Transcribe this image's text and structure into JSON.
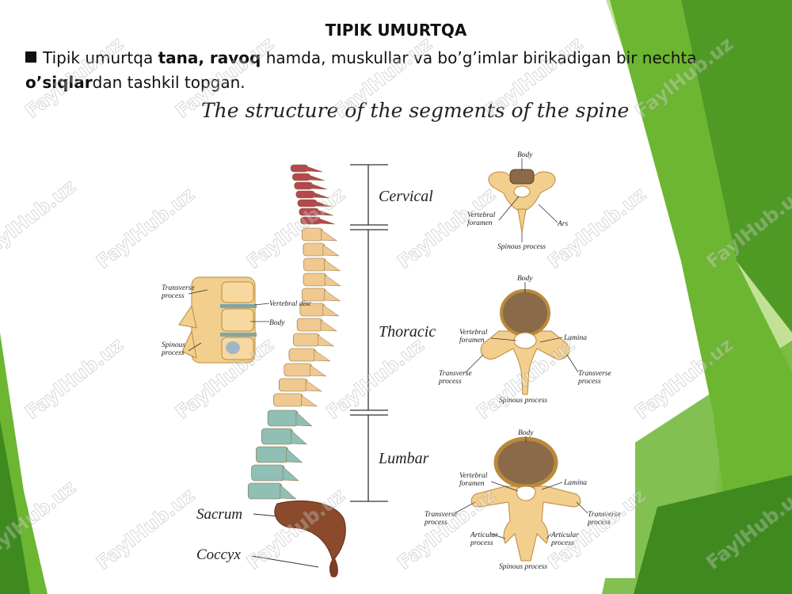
{
  "slide": {
    "title": "TIPIK UMURTQA",
    "bullet": {
      "t1": "Tipik umurtqa ",
      "b1": "tana, ravoq",
      "t2": " hamda, muskullar va bo’g’imlar birikadigan bir nechta ",
      "b2": "o’siqlar",
      "t3": "dan tashkil topgan."
    }
  },
  "figure": {
    "title": "The structure of the segments of the spine",
    "regions": {
      "cervical": "Cervical",
      "thoracic": "Thoracic",
      "lumbar": "Lumbar",
      "sacrum": "Sacrum",
      "coccyx": "Coccyx"
    },
    "side_detail": {
      "transverse": [
        "Transverse",
        "process"
      ],
      "disc": "Vertebral disc",
      "body": "Body",
      "spinous": [
        "Spinous",
        "process"
      ]
    },
    "cervical_vertebra": {
      "body": "Body",
      "foramen": [
        "Vertebral",
        "foramen"
      ],
      "arc": "Ars",
      "spinous": "Spinous process"
    },
    "thoracic_vertebra": {
      "body": "Body",
      "foramen": [
        "Vertebral",
        "foramen"
      ],
      "lamina": "Lamina",
      "transverse_left": [
        "Transverse",
        "process"
      ],
      "transverse_right": [
        "Transverse",
        "process"
      ],
      "spinous": "Spinous process"
    },
    "lumbar_vertebra": {
      "body": "Body",
      "foramen": [
        "Vertebral",
        "foramen"
      ],
      "lamina": "Lamina",
      "transverse_left": [
        "Transverse",
        "process"
      ],
      "transverse_right": [
        "Transverse",
        "process"
      ],
      "articular_left": [
        "Articular",
        "process"
      ],
      "articular_right": [
        "Articular",
        "process"
      ],
      "spinous": "Spinous process"
    }
  },
  "watermark": "FaylHub.uz",
  "colors": {
    "green_dark": "#3f8a1f",
    "green_mid": "#6cb632",
    "green_light": "#a8d46b",
    "cervical": "#b4474f",
    "thoracic": "#f0c990",
    "lumbar": "#8fbfb5",
    "sacrum": "#8b4a2c",
    "bone": "#f3cf8e",
    "bone_edge": "#b98a3c"
  }
}
